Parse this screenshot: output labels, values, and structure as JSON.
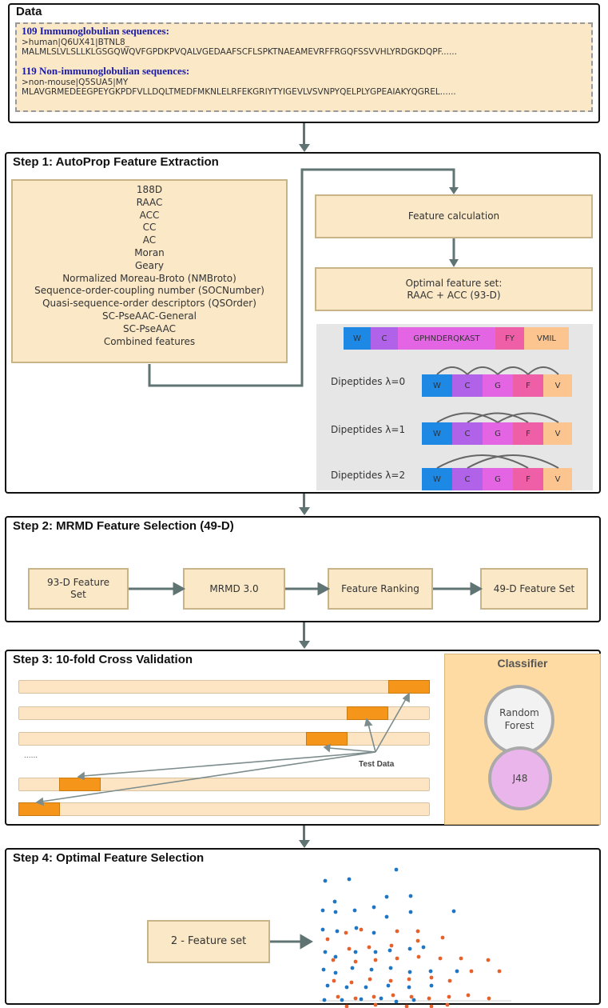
{
  "data_panel": {
    "title": "Data",
    "immuno_header": "109 Immunoglobulian sequences:",
    "immuno_id": ">human|Q6UX41|BTNL8_",
    "immuno_seq": "MALMLSLVLSLLKLGSGQWQVFGPDKPVQALVGEDAAFSCFLSPKTNAEAMEVRFFRGQFSSVVHLYRDGKDQPF......",
    "non_header": "119 Non-immunoglobulian sequences:",
    "non_id": ">non-mouse|Q5SUA5|MY",
    "non_seq": "MLAVGRMEDEEGPEYGKPDFVLLDQLTMEDFMKNLELRFEKGRIYTYIGEVLVSVNPYQELPLYGPEAIAKYQGREL......"
  },
  "step1": {
    "title": "Step 1: AutoProp Feature Extraction",
    "features": [
      "188D",
      "RAAC",
      "ACC",
      "CC",
      "AC",
      "Moran",
      "Geary",
      "Normalized Moreau-Broto (NMBroto)",
      "Sequence-order-coupling number (SOCNumber)",
      "Quasi-sequence-order descriptors (QSOrder)",
      "SC-PseAAC-General",
      "SC-PseAAC",
      "Combined features"
    ],
    "feature_calc": "Feature calculation",
    "optimal_line1": "Optimal feature set:",
    "optimal_line2": "RAAC + ACC (93-D)",
    "groups": [
      "W",
      "C",
      "GPHNDERQKAST",
      "FY",
      "VMIL"
    ],
    "dipeptide_letters": [
      "W",
      "C",
      "G",
      "F",
      "V"
    ],
    "dipeptide_labels": [
      "Dipeptides λ=0",
      "Dipeptides λ=1",
      "Dipeptides λ=2"
    ],
    "colors": {
      "W": "#1e88e5",
      "C": "#b062e8",
      "G": "#e465e4",
      "F": "#ef5fa8",
      "V": "#fcc590"
    }
  },
  "step2": {
    "title": "Step 2: MRMD Feature Selection (49-D)",
    "box1": "93-D Feature Set",
    "box2": "MRMD 3.0",
    "box3": "Feature Ranking",
    "box4": "49-D Feature Set"
  },
  "step3": {
    "title": "Step 3: 10-fold Cross Validation",
    "ellipsis": "......",
    "test_data": "Test Data",
    "classifier_title": "Classifier",
    "rf": "Random Forest",
    "j48": "J48"
  },
  "step4": {
    "title": "Step 4: Optimal Feature Selection",
    "box": "2 - Feature set",
    "scatter": {
      "blue": [
        [
          407,
          1101
        ],
        [
          419,
          1127
        ],
        [
          437,
          1099
        ],
        [
          496,
          1087
        ],
        [
          404,
          1138
        ],
        [
          420,
          1140
        ],
        [
          444,
          1138
        ],
        [
          468,
          1134
        ],
        [
          484,
          1121
        ],
        [
          514,
          1120
        ],
        [
          404,
          1162
        ],
        [
          422,
          1164
        ],
        [
          446,
          1160
        ],
        [
          468,
          1166
        ],
        [
          484,
          1146
        ],
        [
          514,
          1140
        ],
        [
          568,
          1139
        ],
        [
          407,
          1190
        ],
        [
          420,
          1196
        ],
        [
          445,
          1190
        ],
        [
          470,
          1190
        ],
        [
          488,
          1188
        ],
        [
          513,
          1186
        ],
        [
          530,
          1184
        ],
        [
          405,
          1212
        ],
        [
          420,
          1216
        ],
        [
          441,
          1210
        ],
        [
          465,
          1212
        ],
        [
          489,
          1210
        ],
        [
          513,
          1215
        ],
        [
          539,
          1214
        ],
        [
          572,
          1214
        ],
        [
          410,
          1232
        ],
        [
          434,
          1234
        ],
        [
          458,
          1234
        ],
        [
          486,
          1232
        ],
        [
          512,
          1234
        ],
        [
          540,
          1232
        ],
        [
          406,
          1250
        ],
        [
          428,
          1250
        ],
        [
          452,
          1249
        ],
        [
          477,
          1248
        ],
        [
          496,
          1252
        ],
        [
          518,
          1250
        ]
      ],
      "orange": [
        [
          433,
          1166
        ],
        [
          452,
          1162
        ],
        [
          497,
          1164
        ],
        [
          523,
          1164
        ],
        [
          410,
          1174
        ],
        [
          437,
          1186
        ],
        [
          462,
          1184
        ],
        [
          490,
          1182
        ],
        [
          523,
          1176
        ],
        [
          554,
          1172
        ],
        [
          417,
          1200
        ],
        [
          445,
          1202
        ],
        [
          470,
          1200
        ],
        [
          497,
          1198
        ],
        [
          524,
          1196
        ],
        [
          551,
          1198
        ],
        [
          577,
          1198
        ],
        [
          611,
          1200
        ],
        [
          418,
          1226
        ],
        [
          440,
          1228
        ],
        [
          463,
          1224
        ],
        [
          489,
          1226
        ],
        [
          512,
          1224
        ],
        [
          540,
          1222
        ],
        [
          563,
          1226
        ],
        [
          590,
          1214
        ],
        [
          625,
          1214
        ],
        [
          423,
          1246
        ],
        [
          445,
          1248
        ],
        [
          468,
          1246
        ],
        [
          492,
          1244
        ],
        [
          515,
          1246
        ],
        [
          537,
          1248
        ],
        [
          562,
          1246
        ],
        [
          586,
          1244
        ],
        [
          612,
          1248
        ],
        [
          434,
          1258
        ],
        [
          470,
          1256
        ],
        [
          509,
          1258
        ],
        [
          540,
          1258
        ],
        [
          560,
          1256
        ]
      ]
    }
  }
}
